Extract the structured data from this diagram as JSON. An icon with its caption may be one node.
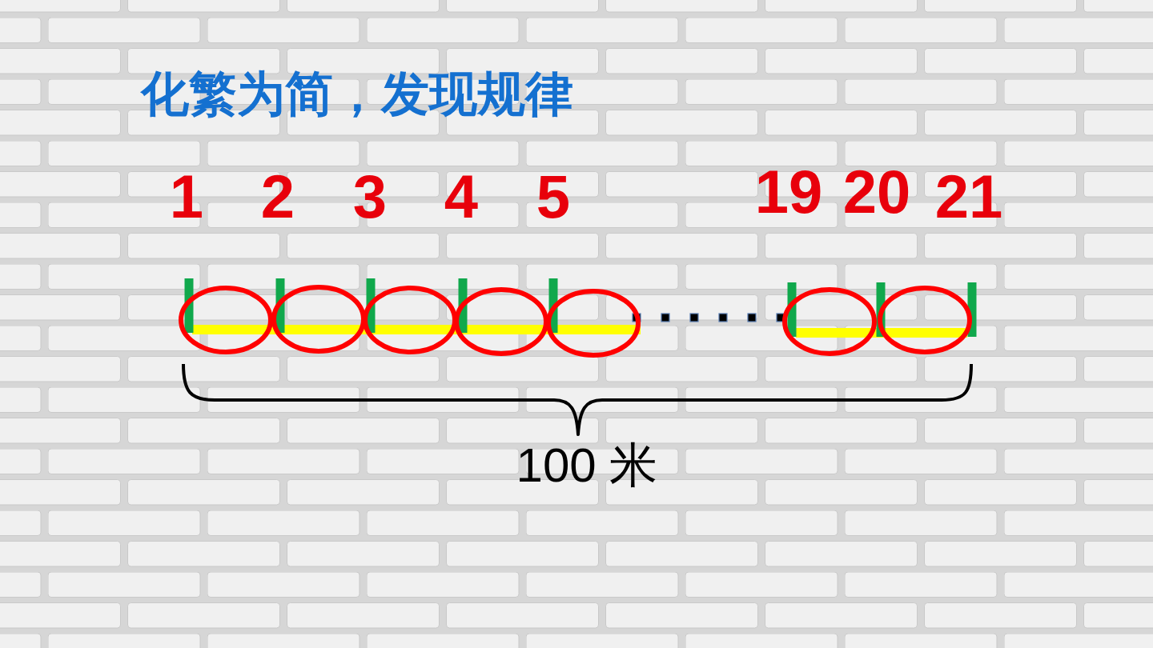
{
  "diagram": {
    "title": "化繁为简，发现规律",
    "nodes": [
      {
        "text": [],
        "shape": "ellipse"
      },
      {
        "text": [],
        "shape": "ellipse"
      },
      {
        "text": [],
        "shape": "ellipse"
      },
      {
        "text": [],
        "shape": "ellipse"
      },
      {
        "text": [],
        "shape": "ellipse"
      },
      {
        "text": [],
        "shape": "ellipse"
      },
      {
        "text": [],
        "shape": "ellipse"
      }
    ],
    "labels": [
      "1",
      "2",
      "3",
      "4",
      "5",
      "19",
      "20",
      "21",
      "100 米"
    ]
  }
}
